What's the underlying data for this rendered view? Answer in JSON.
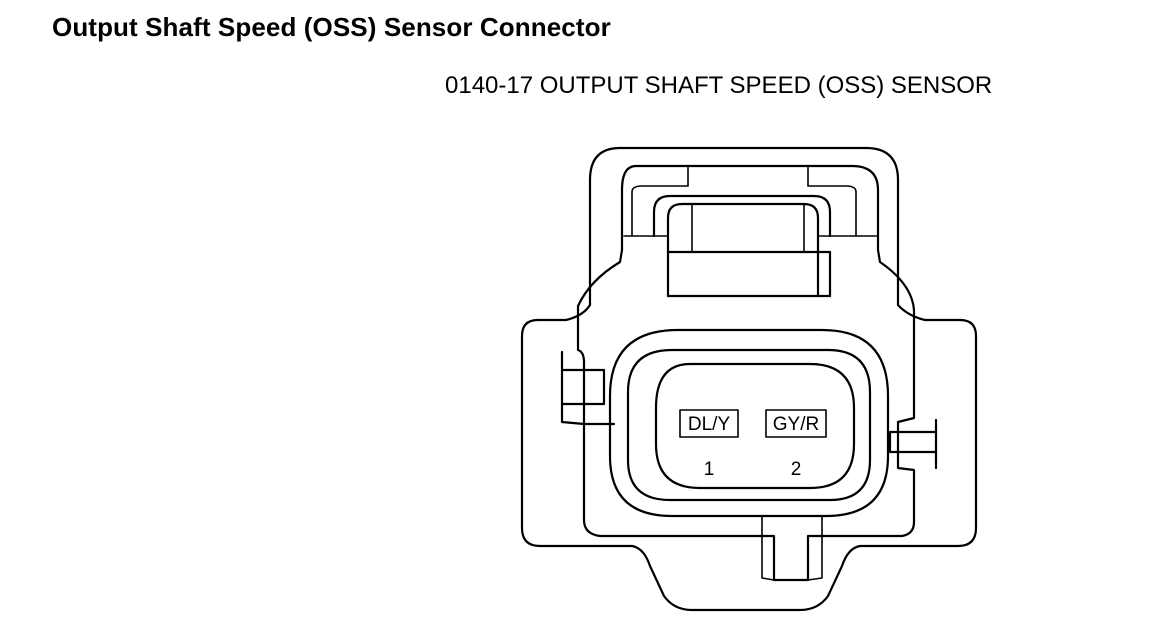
{
  "title": "Output Shaft Speed (OSS) Sensor Connector",
  "connector": {
    "label": "0140-17 OUTPUT SHAFT SPEED (OSS) SENSOR",
    "pins": [
      {
        "wire_color": "DL/Y",
        "number": "1"
      },
      {
        "wire_color": "GY/R",
        "number": "2"
      }
    ]
  }
}
